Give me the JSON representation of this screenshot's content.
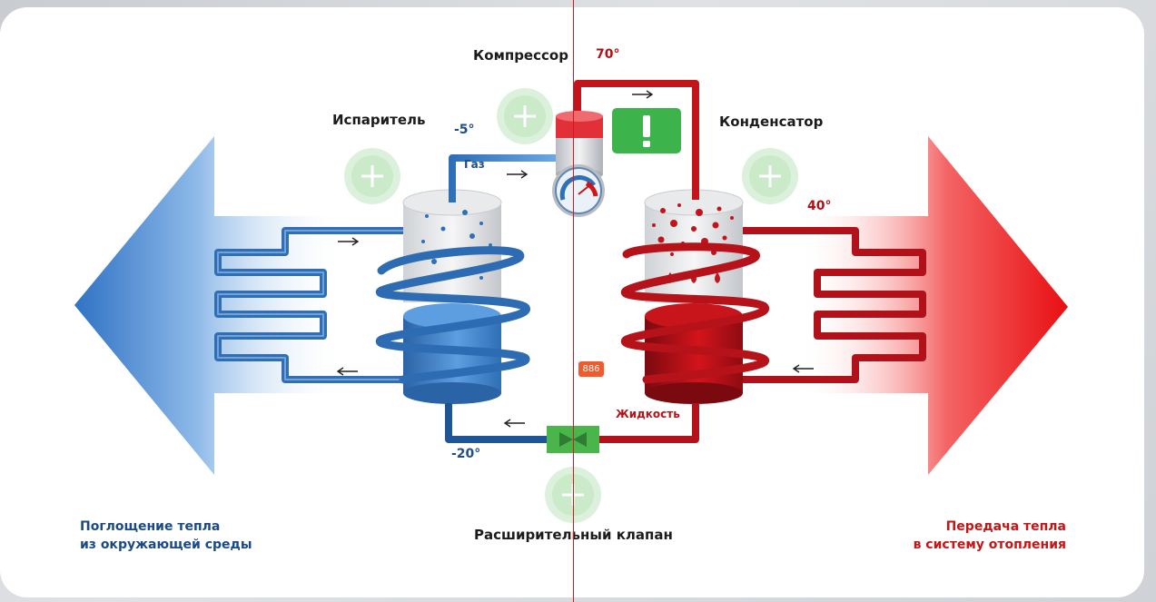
{
  "labels": {
    "compressor": "Компрессор",
    "evaporator": "Испаритель",
    "condenser": "Конденсатор",
    "expansion_valve": "Расширительный клапан",
    "gas": "Газ",
    "liquid": "Жидкость",
    "temp_compressor": "70°",
    "temp_evaporator": "-5°",
    "temp_condenser": "40°",
    "temp_valve": "-20°",
    "left_caption_line1": "Поглощение тепла",
    "left_caption_line2": "из окружающей среды",
    "right_caption_line1": "Передача тепла",
    "right_caption_line2": "в систему отопления",
    "badge": "886"
  },
  "icons": {
    "plus": "plus-icon",
    "alert": "exclamation-icon",
    "gauge": "gauge-icon",
    "arrow": "arrow-icon"
  },
  "colors": {
    "cold": "#2f77c6",
    "cold_dark": "#17477e",
    "hot": "#e01212",
    "hot_dark": "#8e0b12",
    "alert_green": "#3cb44b",
    "valve_green": "#4ab54a",
    "plus_green": "#cfeccf"
  }
}
